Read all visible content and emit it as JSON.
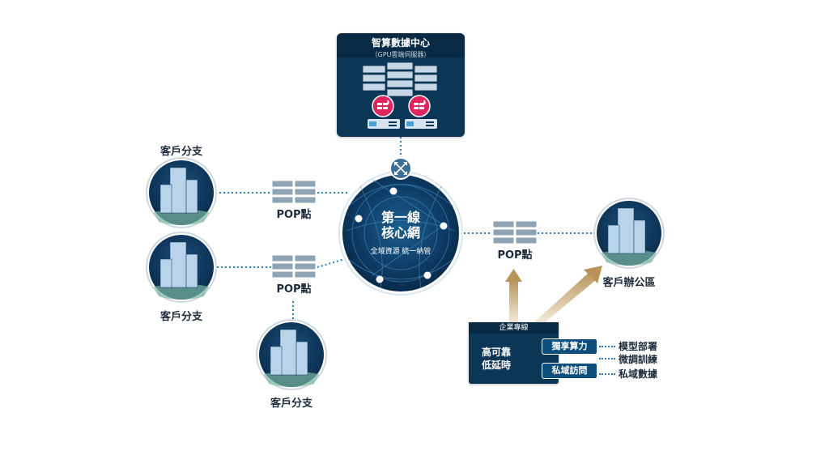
{
  "datacenter": {
    "title": "智算數據中心",
    "subtitle": "（GPU雲端伺服器）"
  },
  "core": {
    "title_line1": "第一線",
    "title_line2": "核心網",
    "subtitle": "全域資源  統一納管"
  },
  "pop_label": "POP點",
  "branches": [
    {
      "label": "客戶分支"
    },
    {
      "label": "客戶分支"
    },
    {
      "label": "客戶分支"
    }
  ],
  "office": {
    "label": "客戶辦公區"
  },
  "dedicated_line": {
    "header": "企業專線",
    "features": [
      "高可靠",
      "低延時"
    ],
    "services": [
      {
        "label": "獨享算力"
      },
      {
        "label": "私域訪問"
      }
    ],
    "capabilities": [
      "模型部署",
      "微調訓練",
      "私域數據"
    ]
  },
  "colors": {
    "navy": "#0b3656",
    "link": "#2a7fb8",
    "gold": "#b8945a",
    "pink": "#e0245e"
  }
}
